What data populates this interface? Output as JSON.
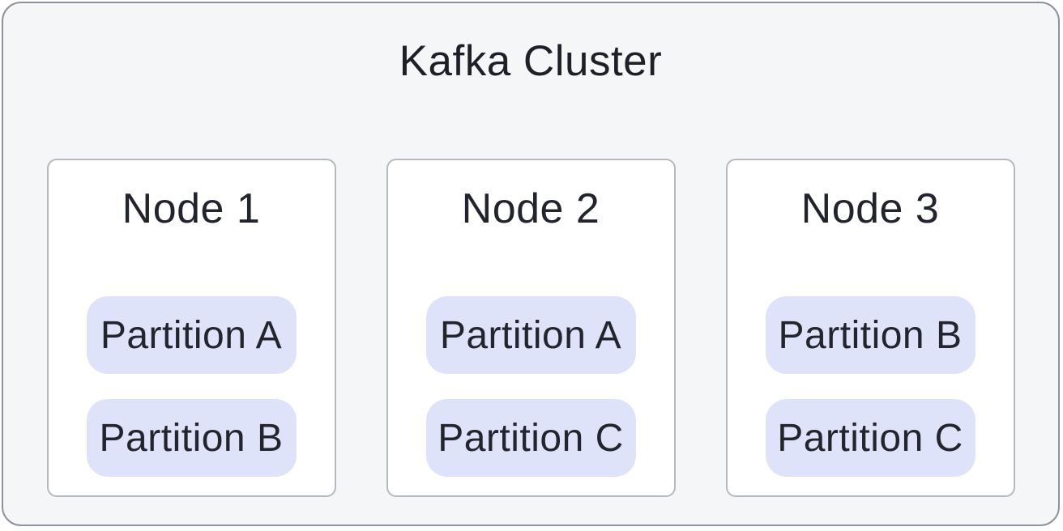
{
  "diagram": {
    "title": "Kafka Cluster",
    "nodes": [
      {
        "title": "Node 1",
        "partitions": [
          "Partition A",
          "Partition B"
        ]
      },
      {
        "title": "Node 2",
        "partitions": [
          "Partition A",
          "Partition C"
        ]
      },
      {
        "title": "Node 3",
        "partitions": [
          "Partition B",
          "Partition C"
        ]
      }
    ],
    "colors": {
      "canvas_background": "#ffffff",
      "cluster_background": "#f5f6f8",
      "cluster_border": "#90919c",
      "node_background": "#ffffff",
      "node_border": "#b7b8c0",
      "partition_background": "#dee3fa",
      "text": "#21242c"
    }
  }
}
